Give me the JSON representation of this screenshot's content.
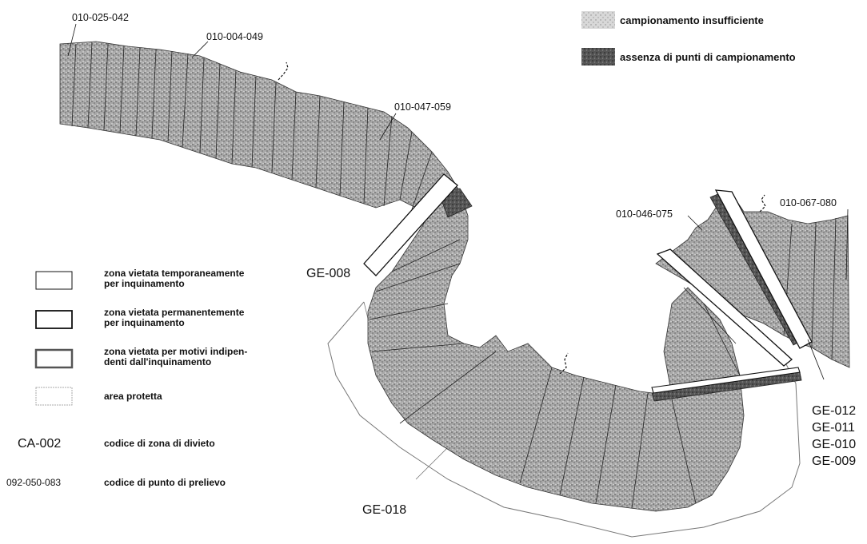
{
  "legend_top": {
    "insufficient": "campionamento insufficiente",
    "no_points": "assenza di punti di campionamento"
  },
  "legend_left": {
    "temp_1": "zona vietata temporaneamente",
    "temp_2": "per inquinamento",
    "perm_1": "zona vietata permanentemente",
    "perm_2": "per inquinamento",
    "indep_1": "zona vietata per motivi indipen-",
    "indep_2": "denti dall'inquinamento",
    "protected": "area protetta",
    "zone_code_example": "CA-002",
    "zone_code_desc": "codice di zona di divieto",
    "point_code_example": "092-050-083",
    "point_code_desc": "codice di punto di prelievo"
  },
  "point_labels": {
    "p1": "010-025-042",
    "p2": "010-004-049",
    "p3": "010-047-059",
    "p4": "010-046-075",
    "p5": "010-067-080"
  },
  "zone_labels": {
    "ge008": "GE-008",
    "ge018": "GE-018",
    "ge012": "GE-012",
    "ge011": "GE-011",
    "ge010": "GE-010",
    "ge009": "GE-009"
  },
  "colors": {
    "hatch_light": "#9a9a9a",
    "hatch_dark": "#4a4a4a",
    "ink": "#111111"
  }
}
